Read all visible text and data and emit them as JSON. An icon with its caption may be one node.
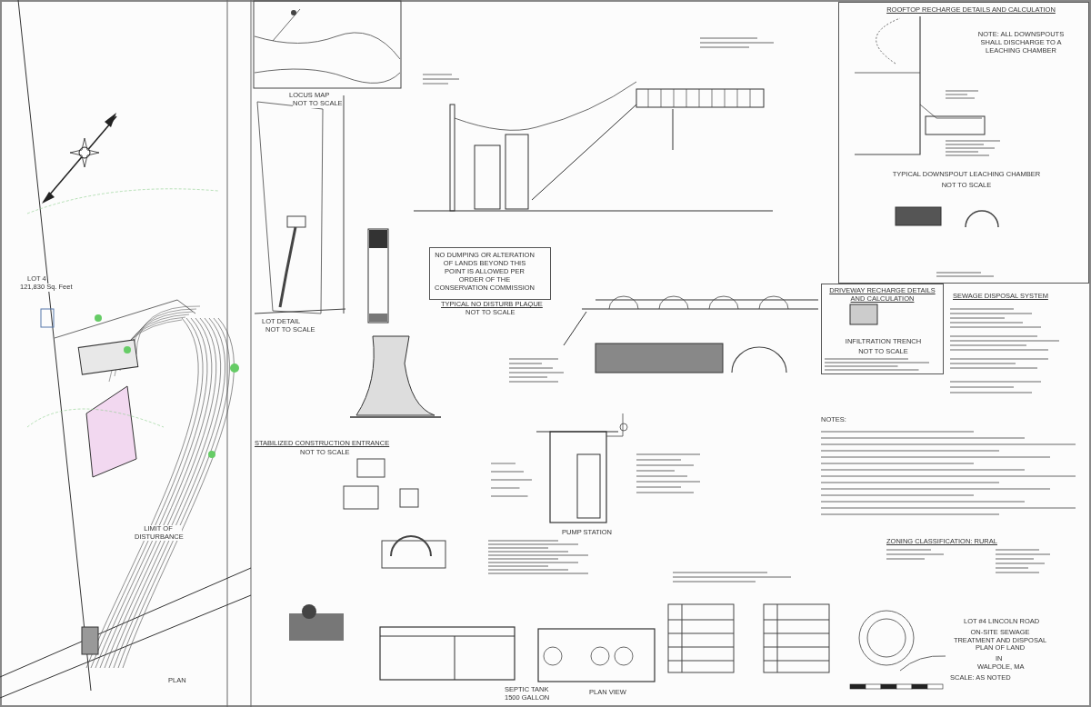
{
  "diagram": {
    "nodes": [
      {
        "text": [
          "ROOFTOP RECHARGE DETAILS AND CALCULATION",
          "NOTE: ALL DOWNSPOUTS SHALL DISCHARGE TO A LEACHING CHAMBER",
          "TYPICAL DOWNSPOUT LEACHING CHAMBER",
          "NOT TO SCALE"
        ]
      },
      {
        "text": [
          "DRIVEWAY RECHARGE DETAILS AND CALCULATION",
          "INFILTRATION TRENCH",
          "NOT TO SCALE"
        ]
      },
      {
        "text": [
          "NO DUMPING OR ALTERATION OF LANDS BEYOND THIS POINT IS ALLOWED PER ORDER OF THE CONSERVATION COMMISSION"
        ]
      }
    ],
    "labels": [
      "LOT 4",
      "121,830 Sq. Feet",
      "LIMIT OF DISTURBANCE",
      "PLAN",
      "LOCUS MAP",
      "NOT TO SCALE",
      "LOT DETAIL",
      "NOT TO SCALE",
      "TYPICAL NO DISTURB PLAQUE",
      "NOT TO SCALE",
      "STABILIZED CONSTRUCTION ENTRANCE",
      "NOT TO SCALE",
      "PUMP STATION",
      "SEPTIC TANK",
      "1500 GALLON",
      "SEWAGE DISPOSAL SYSTEM",
      "NOTES:",
      "ZONING CLASSIFICATION: RURAL",
      "LOT #4 LINCOLN ROAD",
      "ON-SITE SEWAGE TREATMENT AND DISPOSAL PLAN OF LAND",
      "IN",
      "WALPOLE, MA",
      "SCALE: AS NOTED",
      "PLAN VIEW"
    ]
  }
}
